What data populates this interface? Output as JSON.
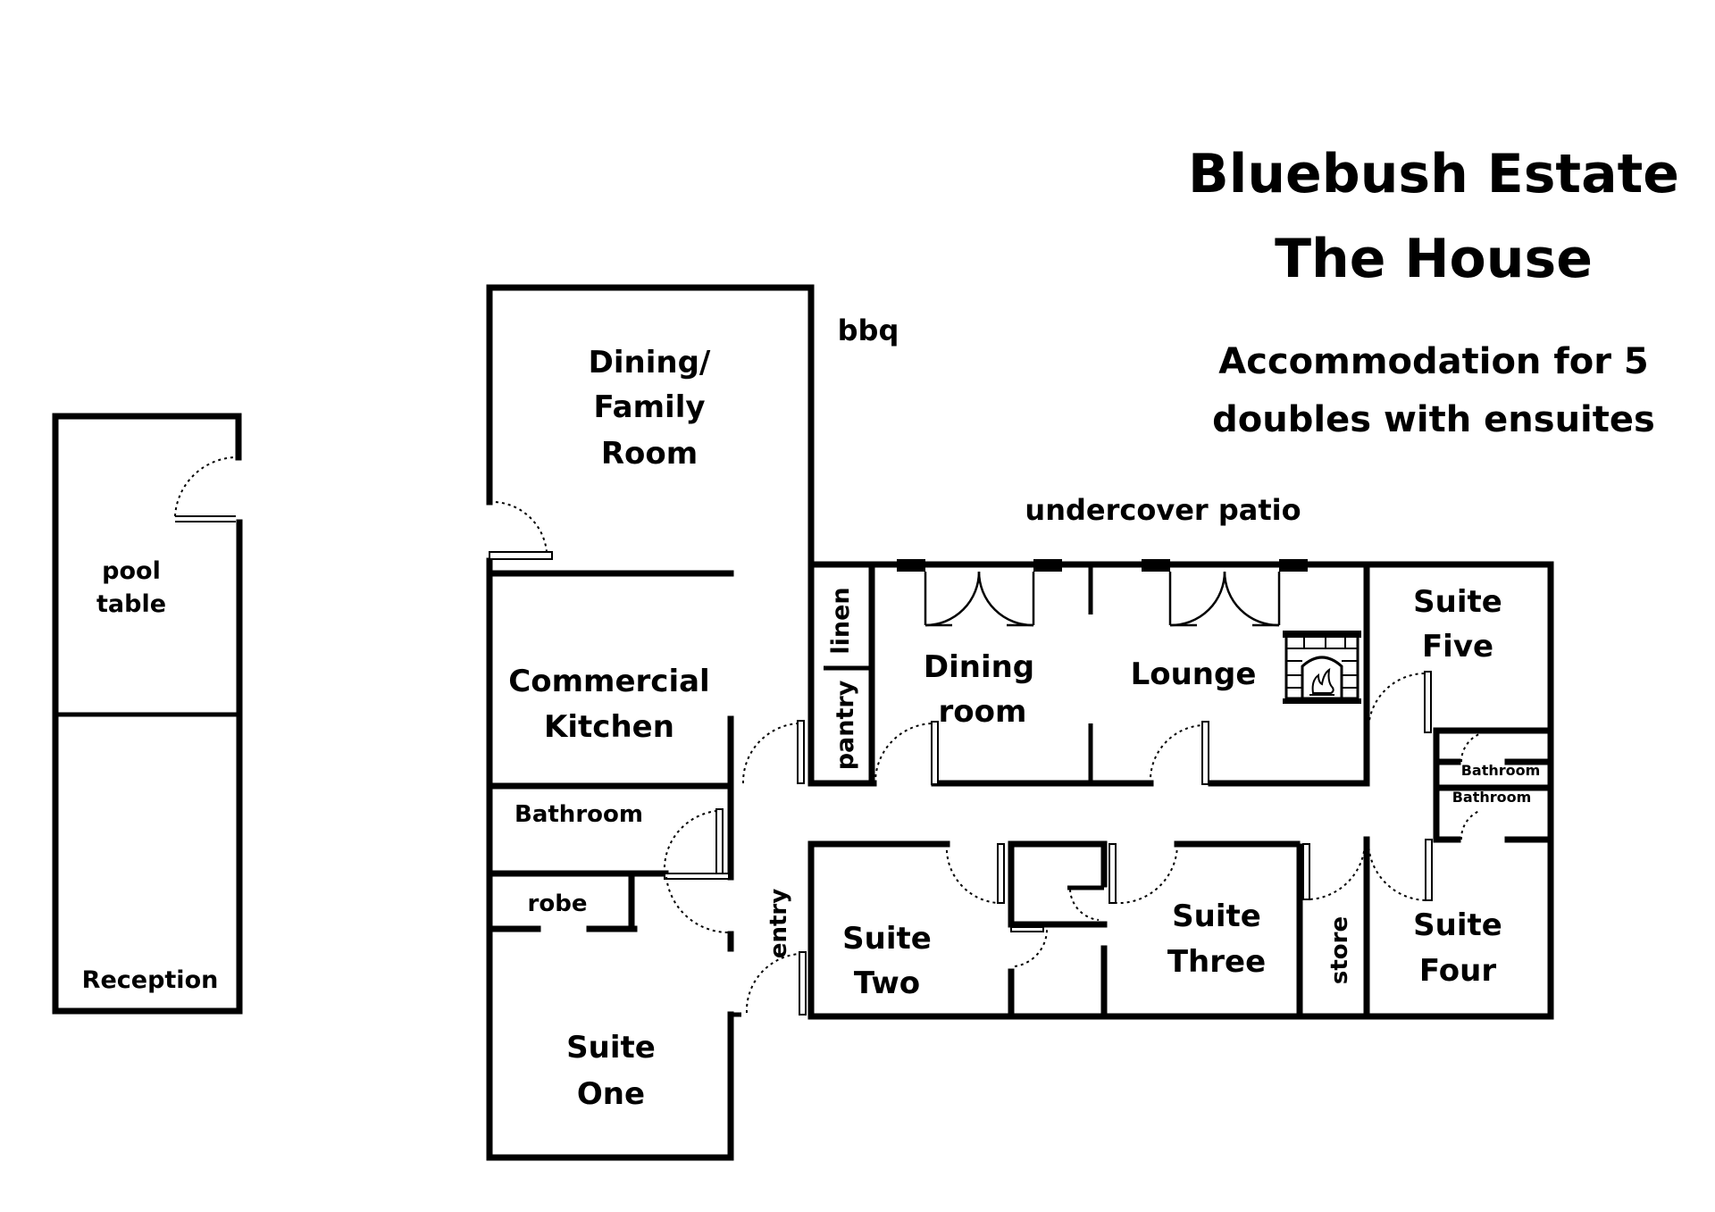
{
  "title": {
    "line1": "Bluebush Estate",
    "line2": "The House",
    "subtitle_line1": "Accommodation for 5",
    "subtitle_line2": "doubles with ensuites"
  },
  "outbuilding": {
    "pool_table_line1": "pool",
    "pool_table_line2": "table",
    "reception": "Reception"
  },
  "rooms": {
    "dining_family_line1": "Dining/",
    "dining_family_line2": "Family",
    "dining_family_line3": "Room",
    "bbq": "bbq",
    "undercover_patio": "undercover patio",
    "commercial_kitchen_line1": "Commercial",
    "commercial_kitchen_line2": "Kitchen",
    "linen": "linen",
    "pantry": "pantry",
    "dining_room_line1": "Dining",
    "dining_room_line2": "room",
    "lounge": "Lounge",
    "suite_five_line1": "Suite",
    "suite_five_line2": "Five",
    "bathroom_suite_five": "Bathroom",
    "bathroom_suite_four": "Bathroom",
    "bathroom_main": "Bathroom",
    "robe": "robe",
    "entry": "entry",
    "suite_two_line1": "Suite",
    "suite_two_line2": "Two",
    "suite_three_line1": "Suite",
    "suite_three_line2": "Three",
    "store": "store",
    "suite_four_line1": "Suite",
    "suite_four_line2": "Four",
    "suite_one_line1": "Suite",
    "suite_one_line2": "One"
  },
  "icons": {
    "fireplace": "fireplace-icon"
  }
}
